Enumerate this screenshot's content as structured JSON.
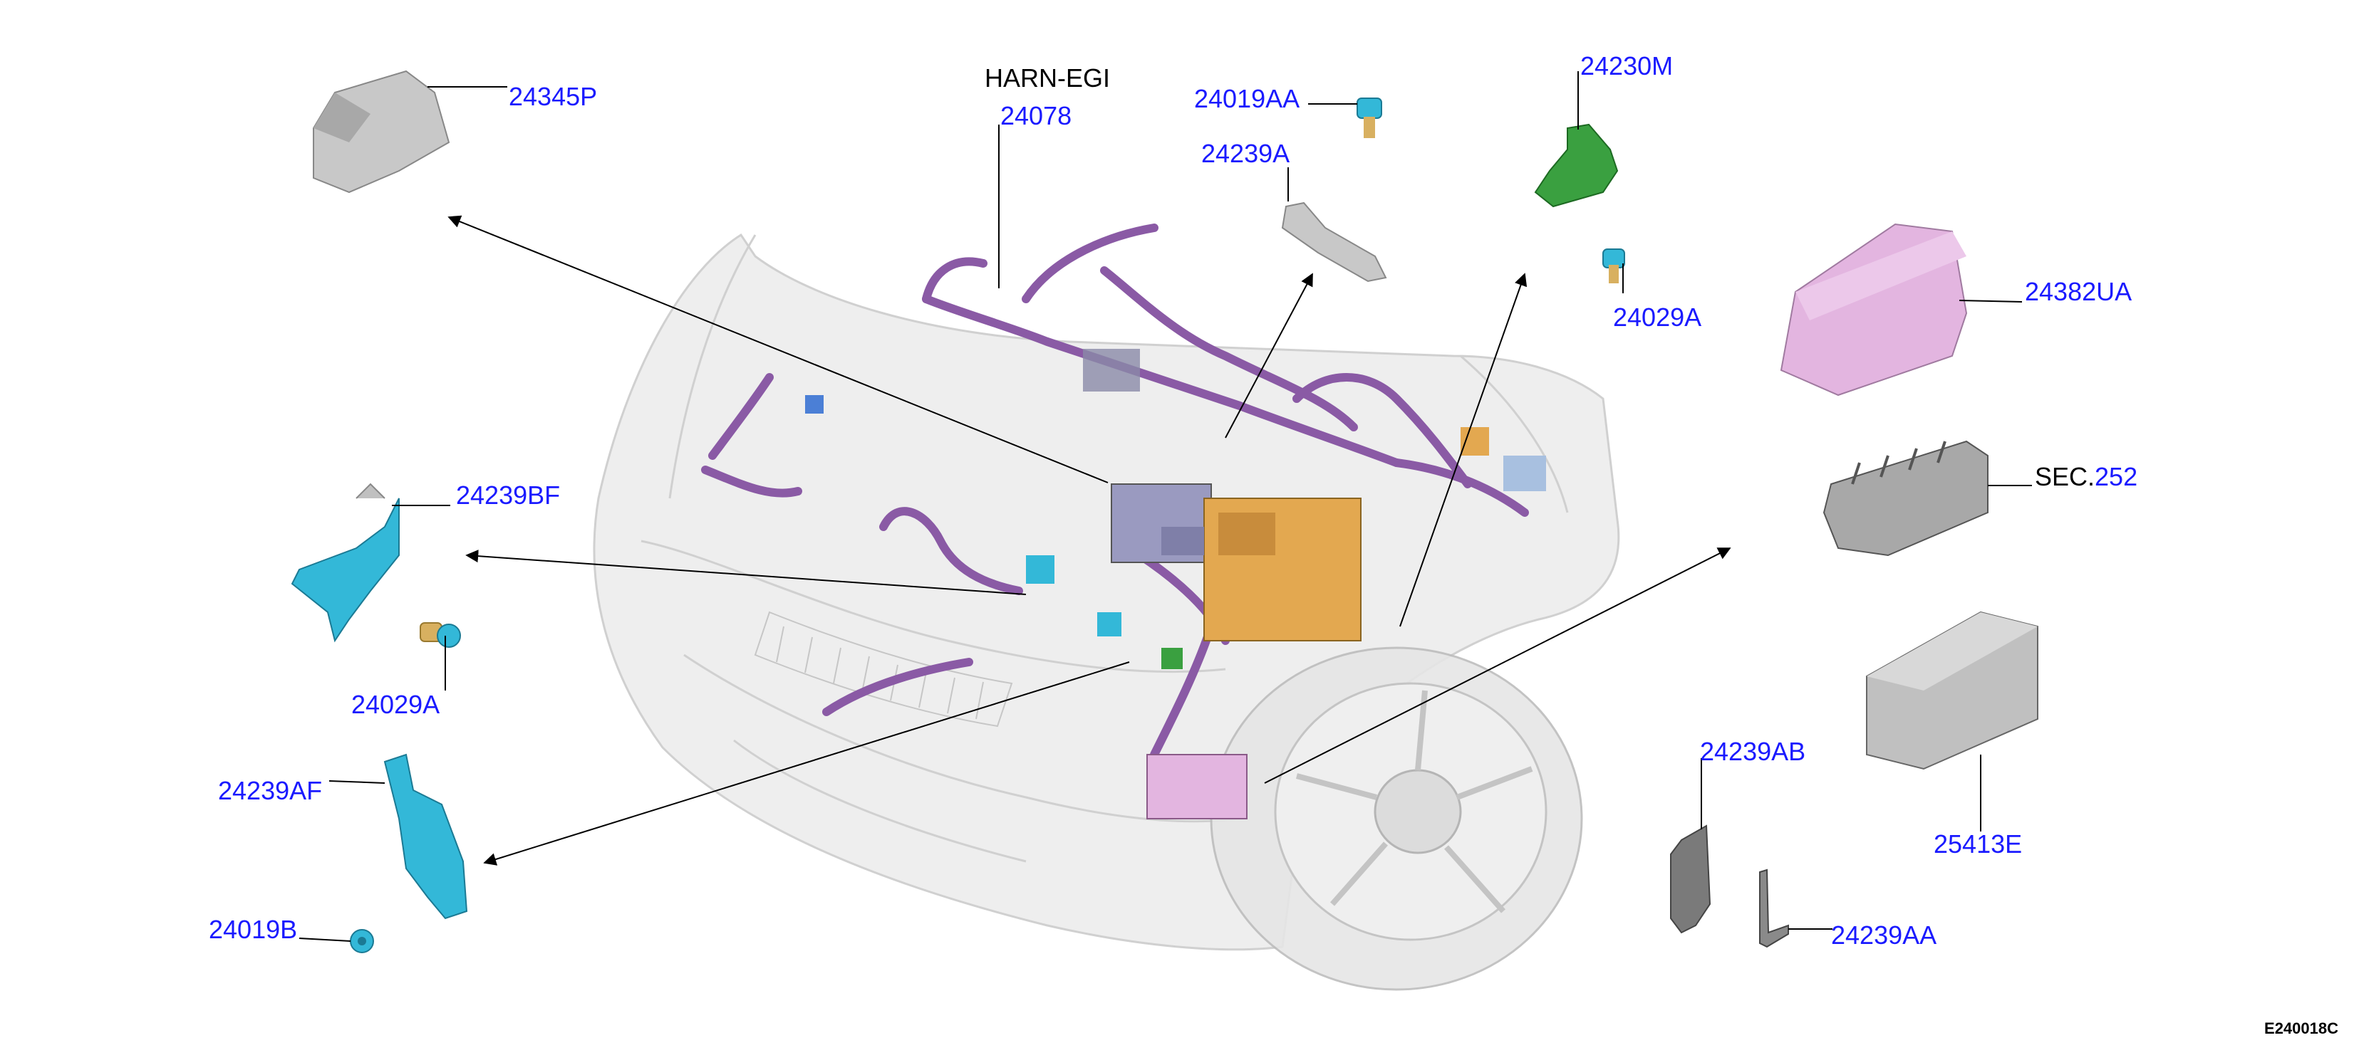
{
  "diagram": {
    "harness_title": "HARN-EGI",
    "drawing_id": "E240018C",
    "colors": {
      "callout": "#1a1aff",
      "leader": "#000000",
      "harness": "#8a5aa5",
      "bracket_blue": "#33b8d8",
      "bracket_green": "#3aa040",
      "fuse_pink": "#e3b5e0",
      "ecm_orange": "#e3a850",
      "vehicle_ghost": "#d8d8d8",
      "gray_part": "#b8b8b8"
    },
    "parts": [
      {
        "id": "p-24345P",
        "label": "24345P"
      },
      {
        "id": "p-24078",
        "label": "24078"
      },
      {
        "id": "p-24019AA",
        "label": "24019AA"
      },
      {
        "id": "p-24239A",
        "label": "24239A"
      },
      {
        "id": "p-24230M",
        "label": "24230M"
      },
      {
        "id": "p-24029A-top",
        "label": "24029A"
      },
      {
        "id": "p-24382UA",
        "label": "24382UA"
      },
      {
        "id": "p-24239BF",
        "label": "24239BF"
      },
      {
        "id": "p-24029A-left",
        "label": "24029A"
      },
      {
        "id": "p-24239AF",
        "label": "24239AF"
      },
      {
        "id": "p-24019B",
        "label": "24019B"
      },
      {
        "id": "p-24239AB",
        "label": "24239AB"
      },
      {
        "id": "p-25413E",
        "label": "25413E"
      },
      {
        "id": "p-24239AA",
        "label": "24239AA"
      }
    ],
    "section_ref": {
      "prefix": "SEC.",
      "number": "252"
    }
  }
}
